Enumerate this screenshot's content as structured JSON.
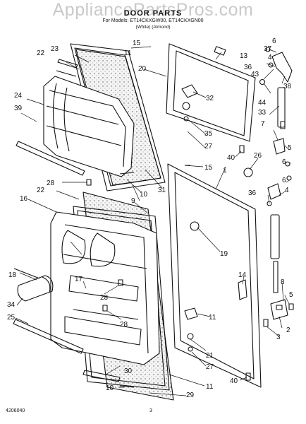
{
  "header": {
    "watermark": "AppliancePartsPros.com",
    "title": "DOOR PARTS",
    "model_line": "For Models: ET14CKXGW00, ET14CKXGN00",
    "finish_line": "(White)                (Almond)"
  },
  "footer": {
    "doc_code": "4206040",
    "page": "3"
  },
  "callouts": [
    "1",
    "2",
    "3",
    "4",
    "5",
    "6",
    "7",
    "8",
    "9",
    "10",
    "11",
    "13",
    "14",
    "15",
    "16",
    "17",
    "18",
    "19",
    "20",
    "21",
    "22",
    "23",
    "24",
    "25",
    "26",
    "27",
    "28",
    "29",
    "30",
    "31",
    "32",
    "33",
    "34",
    "35",
    "36",
    "37",
    "38",
    "39",
    "40",
    "43",
    "44"
  ],
  "colors": {
    "line": "#111111",
    "foam": "#efefef",
    "watermark": "#c9c9c9"
  }
}
